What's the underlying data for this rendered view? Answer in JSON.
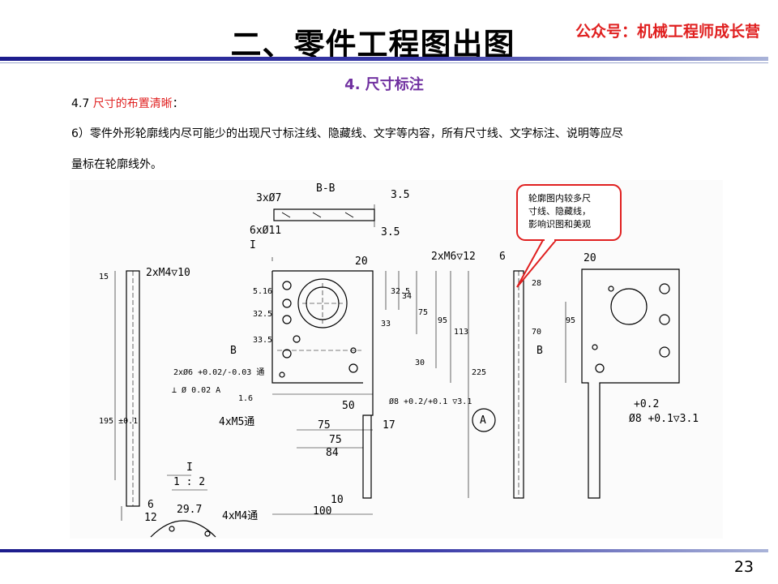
{
  "header": {
    "title": "二、零件工程图出图",
    "brand": "公众号：机械工程师成长营"
  },
  "section": {
    "title": "4. 尺寸标注"
  },
  "content": {
    "item_number": "4.7",
    "item_label": "尺寸的布置清晰",
    "item_colon": "：",
    "para_line1": "6）零件外形轮廓线内尽可能少的出现尺寸标注线、隐藏线、文字等内容，所有尺寸线、文字标注、说明等应尽",
    "para_line2": "量标在轮廓线外。"
  },
  "callout": {
    "line1": "轮廓图内较多尺",
    "line2": "寸线、隐藏线，",
    "line3": "影响识图和美观"
  },
  "drawing": {
    "section_label": "B-B",
    "labels": {
      "d1": "3xØ7",
      "d2": "6xØ11",
      "d3": "3.5",
      "d4": "3.5",
      "d5": "I",
      "d6": "20",
      "d7": "2xM6▽12",
      "d8": "6",
      "d9": "20",
      "d10": "2xM4▽10",
      "d11": "15",
      "d12": "5.16",
      "d13": "32.5",
      "d14": "33.5",
      "d15": "32.5",
      "d16": "34",
      "d17": "75",
      "d18": "95",
      "d19": "113",
      "d20": "225",
      "d21": "33",
      "d22": "30",
      "d23": "28",
      "d24": "70",
      "d25": "95",
      "d26": "B",
      "d27": "B",
      "d28": "2xØ6 +0.02/-0.03 通",
      "d29": "⊥ Ø 0.02 A",
      "d30": "1.6",
      "d31": "50",
      "d32": "Ø8 +0.2/+0.1 ▽3.1",
      "d33": "4xM5通",
      "d34": "75",
      "d35": "17",
      "d36": "75",
      "d37": "84",
      "d38": "A",
      "d39": "+0.2",
      "d40": "Ø8 +0.1▽3.1",
      "d41": "195 ±0.1",
      "d42": "I",
      "d43": "1 : 2",
      "d44": "10",
      "d45": "100",
      "d46": "6",
      "d47": "12",
      "d48": "29.7",
      "d49": "4xM4通"
    }
  },
  "footer": {
    "page_number": "23"
  }
}
